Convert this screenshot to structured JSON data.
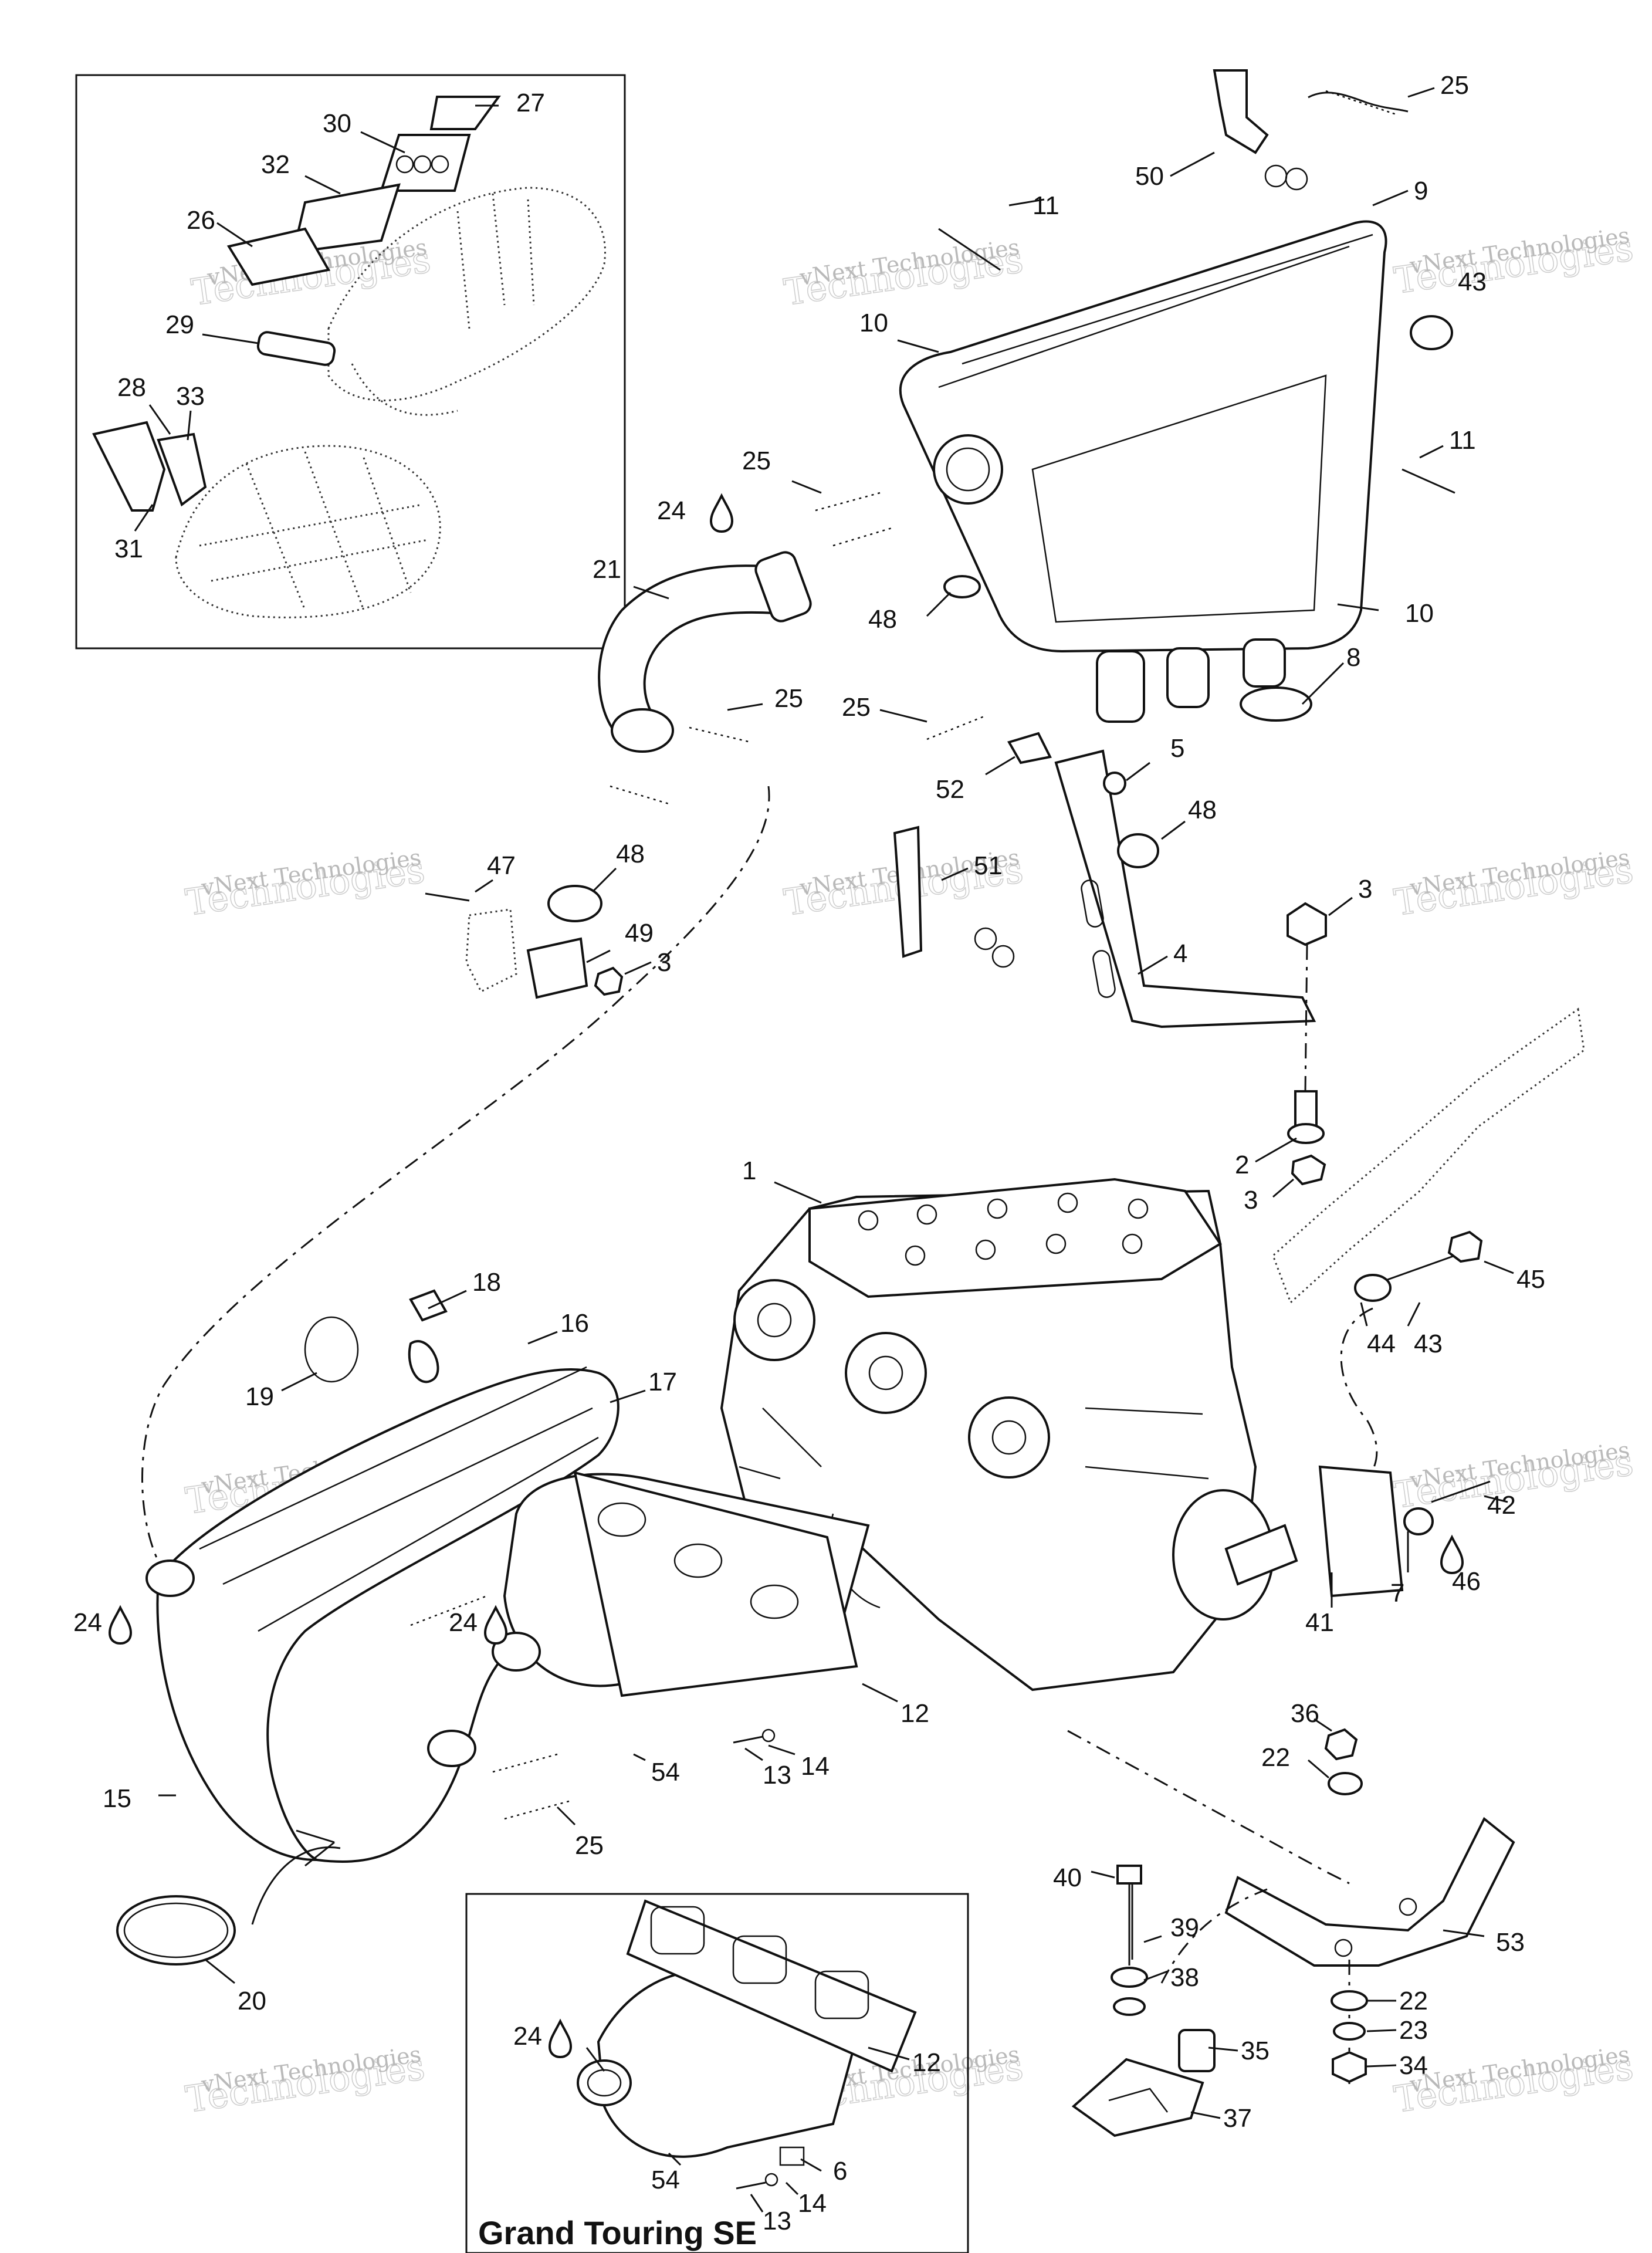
{
  "diagram": {
    "inset_caption": "Grand Touring SE",
    "watermark": {
      "line1": "vNext Technologies",
      "line2": "Technologies"
    },
    "labels": [
      {
        "id": "l27",
        "text": "27"
      },
      {
        "id": "l30",
        "text": "30"
      },
      {
        "id": "l32",
        "text": "32"
      },
      {
        "id": "l26",
        "text": "26"
      },
      {
        "id": "l29",
        "text": "29"
      },
      {
        "id": "l28",
        "text": "28"
      },
      {
        "id": "l33",
        "text": "33"
      },
      {
        "id": "l31",
        "text": "31"
      },
      {
        "id": "l25a",
        "text": "25"
      },
      {
        "id": "l50",
        "text": "50"
      },
      {
        "id": "l9",
        "text": "9"
      },
      {
        "id": "l11a",
        "text": "11"
      },
      {
        "id": "l43",
        "text": "43"
      },
      {
        "id": "l10a",
        "text": "10"
      },
      {
        "id": "l11b",
        "text": "11"
      },
      {
        "id": "l25b",
        "text": "25"
      },
      {
        "id": "l24a",
        "text": "24"
      },
      {
        "id": "l21",
        "text": "21"
      },
      {
        "id": "l48a",
        "text": "48"
      },
      {
        "id": "l10b",
        "text": "10"
      },
      {
        "id": "l8",
        "text": "8"
      },
      {
        "id": "l25c",
        "text": "25"
      },
      {
        "id": "l25d",
        "text": "25"
      },
      {
        "id": "l5",
        "text": "5"
      },
      {
        "id": "l52",
        "text": "52"
      },
      {
        "id": "l48b",
        "text": "48"
      },
      {
        "id": "l47",
        "text": "47"
      },
      {
        "id": "l48c",
        "text": "48"
      },
      {
        "id": "l51",
        "text": "51"
      },
      {
        "id": "l3a",
        "text": "3"
      },
      {
        "id": "l49",
        "text": "49"
      },
      {
        "id": "l3b",
        "text": "3"
      },
      {
        "id": "l4",
        "text": "4"
      },
      {
        "id": "l2",
        "text": "2"
      },
      {
        "id": "l3c",
        "text": "3"
      },
      {
        "id": "l1",
        "text": "1"
      },
      {
        "id": "l18",
        "text": "18"
      },
      {
        "id": "l45",
        "text": "45"
      },
      {
        "id": "l16",
        "text": "16"
      },
      {
        "id": "l44",
        "text": "44"
      },
      {
        "id": "l43b",
        "text": "43"
      },
      {
        "id": "l19",
        "text": "19"
      },
      {
        "id": "l17",
        "text": "17"
      },
      {
        "id": "l42",
        "text": "42"
      },
      {
        "id": "l7",
        "text": "7"
      },
      {
        "id": "l46",
        "text": "46"
      },
      {
        "id": "l41",
        "text": "41"
      },
      {
        "id": "l24b",
        "text": "24"
      },
      {
        "id": "l24c",
        "text": "24"
      },
      {
        "id": "l12a",
        "text": "12"
      },
      {
        "id": "l36",
        "text": "36"
      },
      {
        "id": "l22a",
        "text": "22"
      },
      {
        "id": "l14a",
        "text": "14"
      },
      {
        "id": "l13a",
        "text": "13"
      },
      {
        "id": "l54a",
        "text": "54"
      },
      {
        "id": "l15",
        "text": "15"
      },
      {
        "id": "l25e",
        "text": "25"
      },
      {
        "id": "l40",
        "text": "40"
      },
      {
        "id": "l53",
        "text": "53"
      },
      {
        "id": "l39",
        "text": "39"
      },
      {
        "id": "l20",
        "text": "20"
      },
      {
        "id": "l38",
        "text": "38"
      },
      {
        "id": "l22b",
        "text": "22"
      },
      {
        "id": "l23",
        "text": "23"
      },
      {
        "id": "l35",
        "text": "35"
      },
      {
        "id": "l34",
        "text": "34"
      },
      {
        "id": "l24d",
        "text": "24"
      },
      {
        "id": "l12b",
        "text": "12"
      },
      {
        "id": "l37",
        "text": "37"
      },
      {
        "id": "l6",
        "text": "6"
      },
      {
        "id": "l54b",
        "text": "54"
      },
      {
        "id": "l14b",
        "text": "14"
      },
      {
        "id": "l13b",
        "text": "13"
      }
    ]
  }
}
